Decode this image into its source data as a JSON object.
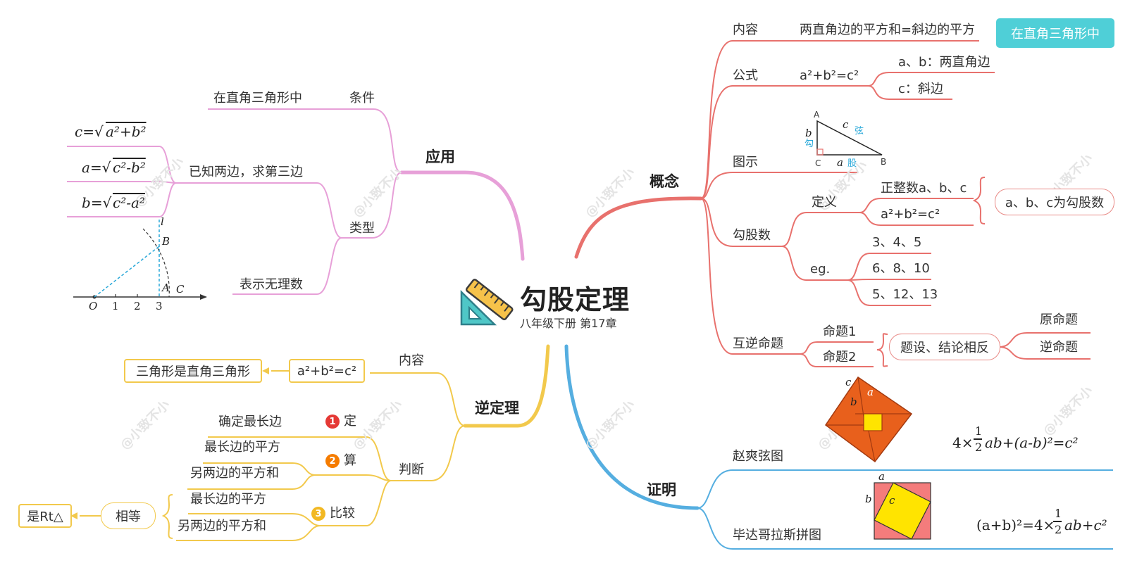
{
  "center": {
    "title": "勾股定理",
    "subtitle": "八年级下册  第17章",
    "icon": "ruler-triangle-icon"
  },
  "watermark": "@小致不小",
  "colors": {
    "concept": "#e8716d",
    "proof": "#55aee0",
    "converse": "#f2c94c",
    "application": "#e7a0d8",
    "teal": "#4fcfd7"
  },
  "concept": {
    "label": "概念",
    "content": {
      "label": "内容",
      "text": "两直角边的平方和=斜边的平方",
      "note": "在直角三角形中"
    },
    "formula": {
      "label": "公式",
      "text": "a²+b²=c²",
      "legs": "a、b：两直角边",
      "hyp": "c：斜边"
    },
    "figure": {
      "label": "图示",
      "A": "A",
      "B": "B",
      "C": "C",
      "a": "a",
      "b": "b",
      "c": "c",
      "gou": "勾",
      "gu": "股",
      "xian": "弦"
    },
    "pyth_numbers": {
      "label": "勾股数",
      "def_label": "定义",
      "def_items": [
        "正整数a、b、c",
        "a²+b²=c²"
      ],
      "def_result": "a、b、c为勾股数",
      "eg_label": "eg.",
      "eg_items": [
        "3、4、5",
        "6、8、10",
        "5、12、13"
      ]
    },
    "inverse": {
      "label": "互逆命题",
      "props": [
        "命题1",
        "命题2"
      ],
      "middle": "题设、结论相反",
      "results": [
        "原命题",
        "逆命题"
      ]
    }
  },
  "proof": {
    "label": "证明",
    "zhao": {
      "label": "赵爽弦图",
      "a": "a",
      "b": "b",
      "c": "c",
      "formula": {
        "lead": "4×",
        "num": "1",
        "den": "2",
        "tail": "ab+(a-b)²=c²"
      }
    },
    "pyth": {
      "label": "毕达哥拉斯拼图",
      "a": "a",
      "b": "b",
      "c": "c",
      "formula": {
        "lead": "(a+b)²=4×",
        "num": "1",
        "den": "2",
        "tail": "ab+c²"
      }
    }
  },
  "converse": {
    "label": "逆定理",
    "content": {
      "label": "内容",
      "formula": "a²+b²=c²",
      "result": "三角形是直角三角形"
    },
    "judge": {
      "label": "判断",
      "steps": [
        {
          "num": "1",
          "label": "定",
          "items": [
            "确定最长边"
          ]
        },
        {
          "num": "2",
          "label": "算",
          "items": [
            "最长边的平方",
            "另两边的平方和"
          ]
        },
        {
          "num": "3",
          "label": "比较",
          "items": [
            "最长边的平方",
            "另两边的平方和"
          ]
        }
      ],
      "equal": "相等",
      "result": "是Rt△"
    }
  },
  "application": {
    "label": "应用",
    "condition": {
      "label": "条件",
      "text": "在直角三角形中"
    },
    "types": {
      "label": "类型",
      "third_side": "已知两边，求第三边",
      "formulas": [
        {
          "lhs": "c",
          "rad": "a²+b²"
        },
        {
          "lhs": "a",
          "rad": "c²-b²"
        },
        {
          "lhs": "b",
          "rad": "c²-a²"
        }
      ],
      "irrational": "表示无理数",
      "numline": {
        "l": "l",
        "B": "B",
        "A": "A",
        "C": "C",
        "O": "O",
        "ticks": [
          "1",
          "2",
          "3"
        ]
      }
    }
  }
}
